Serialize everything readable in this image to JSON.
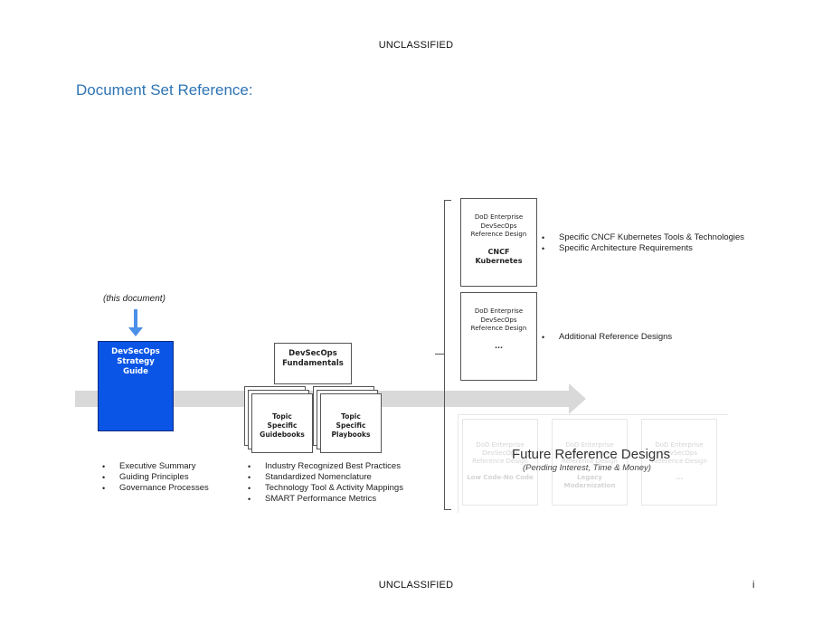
{
  "header": {
    "classification": "UNCLASSIFIED"
  },
  "footer": {
    "classification": "UNCLASSIFIED",
    "page_number": "i"
  },
  "title": "Document Set Reference:",
  "strategy": {
    "annotation": "(this document)",
    "lines": [
      "DevSecOps",
      "Strategy",
      "Guide"
    ],
    "bullets": [
      "Executive Summary",
      "Guiding Principles",
      "Governance Processes"
    ]
  },
  "fundamentals": {
    "lines": [
      "DevSecOps",
      "Fundamentals"
    ],
    "guidebooks": [
      "Topic",
      "Specific",
      "Guidebooks"
    ],
    "playbooks": [
      "Topic",
      "Specific",
      "Playbooks"
    ],
    "bullets": [
      "Industry Recognized Best Practices",
      "Standardized Nomenclature",
      "Technology Tool & Activity Mappings",
      "SMART Performance Metrics"
    ]
  },
  "references": [
    {
      "lines": [
        "DoD Enterprise",
        "DevSecOps",
        "Reference Design"
      ],
      "specific": [
        "CNCF",
        "Kubernetes"
      ],
      "bullets": [
        "Specific CNCF Kubernetes Tools & Technologies",
        "Specific Architecture Requirements"
      ]
    },
    {
      "lines": [
        "DoD Enterprise",
        "DevSecOps",
        "Reference Design"
      ],
      "specific": [
        "..."
      ],
      "bullets": [
        "Additional Reference Designs"
      ]
    }
  ],
  "future": {
    "title": "Future Reference Designs",
    "subtitle": "(Pending Interest, Time & Money)",
    "cards": [
      {
        "lines": [
          "DoD Enterprise",
          "DevSecOps",
          "Reference Design"
        ],
        "specific": [
          "Low Code-No Code"
        ]
      },
      {
        "lines": [
          "DoD Enterprise",
          "DevSecOps",
          "Reference Design"
        ],
        "specific": [
          "Legacy",
          "Modernization"
        ]
      },
      {
        "lines": [
          "DoD Enterprise",
          "DevSecOps",
          "Reference Design"
        ],
        "specific": [
          "..."
        ]
      }
    ]
  }
}
